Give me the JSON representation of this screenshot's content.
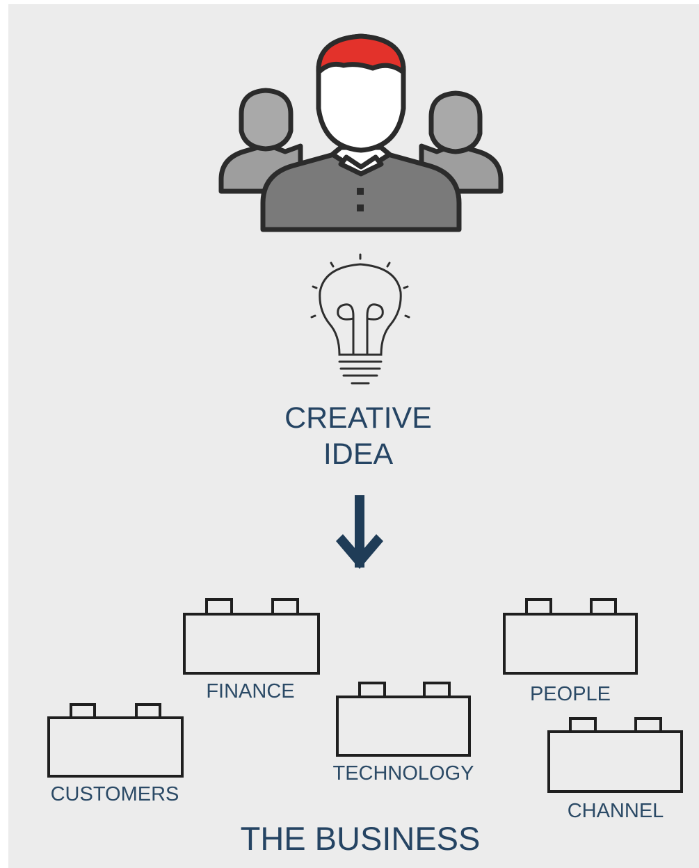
{
  "idea": {
    "line1": "CREATIVE",
    "line2": "IDEA"
  },
  "blocks": {
    "finance": "FINANCE",
    "technology": "TECHNOLOGY",
    "people": "PEOPLE",
    "customers": "CUSTOMERS",
    "channel": "CHANNEL"
  },
  "footer": {
    "title": "THE BUSINESS"
  },
  "icons": {
    "team": "team-icon",
    "bulb": "lightbulb-icon",
    "arrow": "arrow-down-icon",
    "block": "lego-brick-icon"
  },
  "colors": {
    "background": "#ececec",
    "text": "#254463",
    "hair": "#e3322b",
    "arrow": "#1f3c57",
    "outline": "#2b2b2b"
  }
}
